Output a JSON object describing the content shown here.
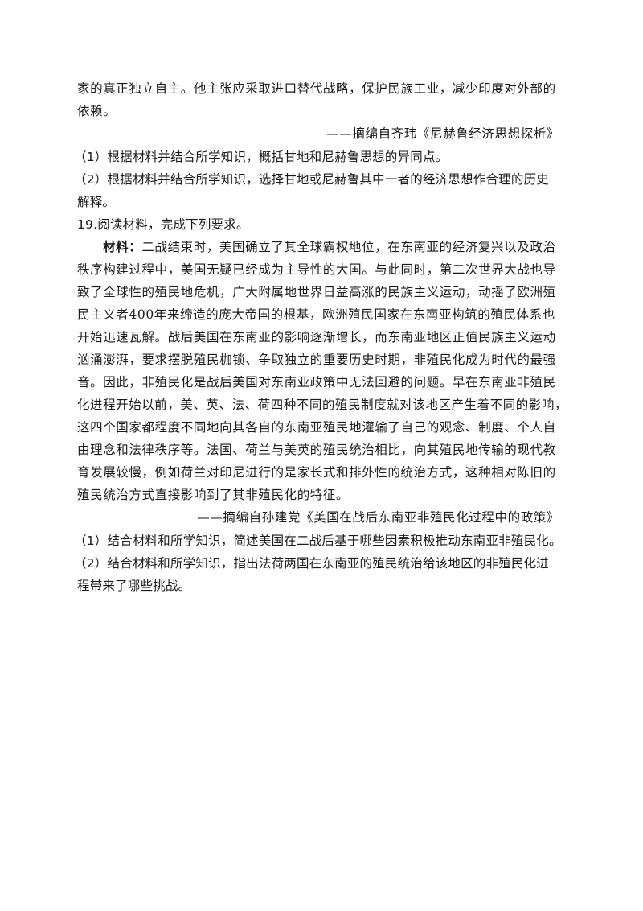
{
  "top_material": {
    "line1": "家的真正独立自主。他主张应采取进口替代战略，保护民族工业，减少印度对外部的",
    "line2": "依赖。",
    "source": "——摘编自齐玮《尼赫鲁经济思想探析》"
  },
  "q18": {
    "q1": "（1）根据材料并结合所学知识，概括甘地和尼赫鲁思想的异同点。",
    "q2_line1": "（2）根据材料并结合所学知识，选择甘地或尼赫鲁其中一者的经济思想作合理的历史",
    "q2_line2": "解释。"
  },
  "q19": {
    "heading": "19.阅读材料，完成下列要求。",
    "material_label": "材料：",
    "material_lines": [
      "二战结束时，美国确立了其全球霸权地位，在东南亚的经济复兴以及政治",
      "秩序构建过程中，美国无疑已经成为主导性的大国。与此同时，第二次世界大战也导",
      "致了全球性的殖民地危机，广大附属地世界日益高涨的民族主义运动，动摇了欧洲殖",
      "民主义者400年来缔造的庞大帝国的根基，欧洲殖民国家在东南亚构筑的殖民体系也",
      "开始迅速瓦解。战后美国在东南亚的影响逐渐增长，而东南亚地区正值民族主义运动",
      "汹涌澎湃，要求摆脱殖民枷锁、争取独立的重要历史时期，非殖民化成为时代的最强",
      "音。因此，非殖民化是战后美国对东南亚政策中无法回避的问题。早在东南亚非殖民",
      "化进程开始以前，美、英、法、荷四种不同的殖民制度就对该地区产生着不同的影响，",
      "这四个国家都程度不同地向其各自的东南亚殖民地灌输了自己的观念、制度、个人自",
      "由理念和法律秩序等。法国、荷兰与美英的殖民统治相比，向其殖民地传输的现代教",
      "育发展较慢，例如荷兰对印尼进行的是家长式和排外性的统治方式，这种相对陈旧的",
      "殖民统治方式直接影响到了其非殖民化的特征。"
    ],
    "source": "——摘编自孙建党《美国在战后东南亚非殖民化过程中的政策》",
    "q1": "（1）结合材料和所学知识，简述美国在二战后基于哪些因素积极推动东南亚非殖民化。",
    "q2_line1": "（2）结合材料和所学知识，指出法荷两国在东南亚的殖民统治给该地区的非殖民化进",
    "q2_line2": "程带来了哪些挑战。"
  }
}
